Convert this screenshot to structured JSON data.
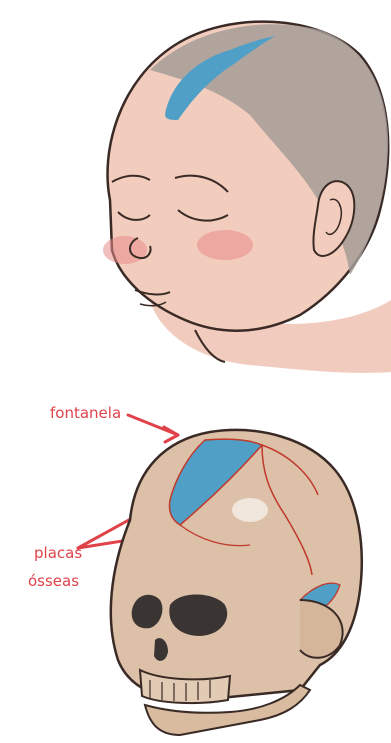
{
  "labels": {
    "fontanela": "fontanela",
    "placas_line1": "placas",
    "placas_line2": "ósseas"
  },
  "colors": {
    "label_red": "#e0424a",
    "fontanel_blue": "#4f9fc7",
    "skin": "#f2cdbd",
    "bone": "#dcc0a8",
    "hair": "#a59c98",
    "outline": "#3a2a26"
  },
  "icons": {
    "baby": "baby-head-illustration",
    "skull": "infant-skull-illustration"
  }
}
